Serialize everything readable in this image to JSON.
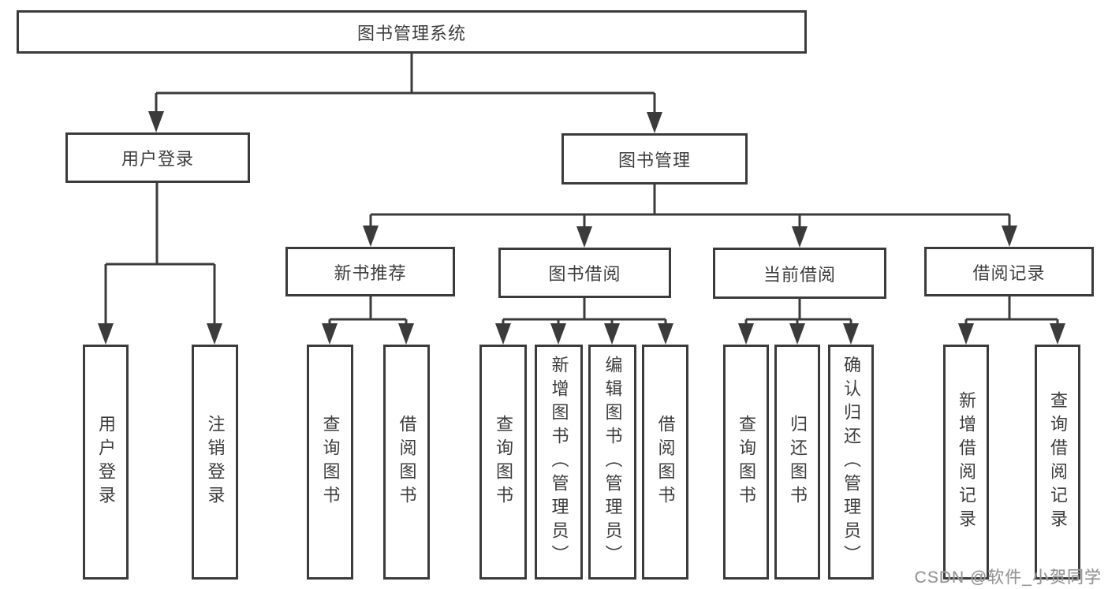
{
  "diagram": {
    "root": {
      "label": "图书管理系统"
    },
    "level2": [
      {
        "label": "用户登录"
      },
      {
        "label": "图书管理"
      }
    ],
    "level3": [
      {
        "label": "新书推荐"
      },
      {
        "label": "图书借阅"
      },
      {
        "label": "当前借阅"
      },
      {
        "label": "借阅记录"
      }
    ],
    "leaves": {
      "user_login": [
        {
          "label": "用户登录"
        },
        {
          "label": "注销登录"
        }
      ],
      "new_book_recommendation": [
        {
          "label": "查询图书"
        },
        {
          "label": "借阅图书"
        }
      ],
      "book_borrowing": [
        {
          "label": "查询图书"
        },
        {
          "label": "新增图书（管理员）"
        },
        {
          "label": "编辑图书（管理员）"
        },
        {
          "label": "借阅图书"
        }
      ],
      "current_borrowing": [
        {
          "label": "查询图书"
        },
        {
          "label": "归还图书"
        },
        {
          "label": "确认归还（管理员）"
        }
      ],
      "borrowing_records": [
        {
          "label": "新增借阅记录"
        },
        {
          "label": "查询借阅记录"
        }
      ]
    }
  },
  "watermark": {
    "text": "CSDN @软件_小贺同学"
  },
  "colors": {
    "line": "#3b3b3b",
    "text": "#3d3d3d",
    "watermark": "#949494",
    "background": "#ffffff"
  }
}
